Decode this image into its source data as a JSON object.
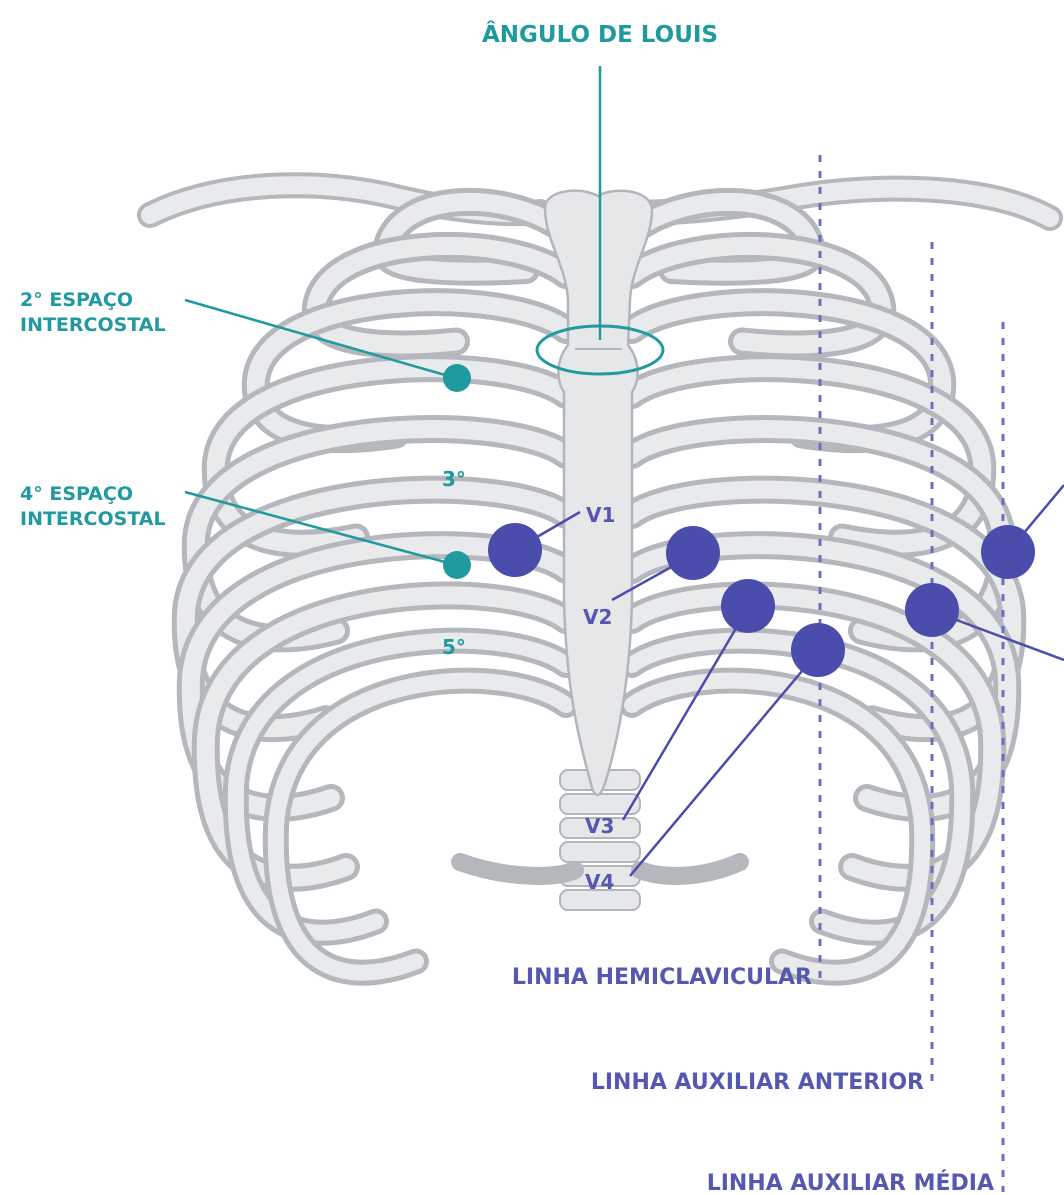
{
  "colors": {
    "teal": "#1f9a9e",
    "electrode_blue": "#4a4dab",
    "label_blue": "#5558b0",
    "bone_fill": "#e6e7e9",
    "bone_outline": "#b2b5ba"
  },
  "title": "ÂNGULO DE LOUIS",
  "landmarks": {
    "second_space": [
      "2° ESPAÇO",
      "INTERCOSTAL"
    ],
    "fourth_space": [
      "4° ESPAÇO",
      "INTERCOSTAL"
    ],
    "third_rib_space": "3°",
    "fifth_rib_space": "5°"
  },
  "electrodes": {
    "v1": "V1",
    "v2": "V2",
    "v3": "V3",
    "v4": "V4"
  },
  "lines": {
    "hemiclavicular": "LINHA HEMICLAVICULAR",
    "anterior_axillary": "LINHA AUXILIAR ANTERIOR",
    "mid_axillary": "LINHA AUXILIAR MÉDIA"
  }
}
